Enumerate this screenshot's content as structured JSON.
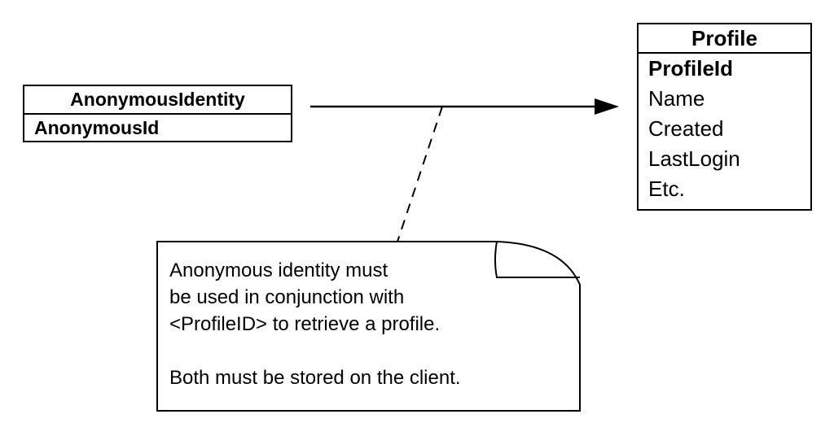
{
  "classes": {
    "anonymous_identity": {
      "name": "AnonymousIdentity",
      "attributes": [
        "AnonymousId"
      ]
    },
    "profile": {
      "name": "Profile",
      "attributes": [
        "ProfileId",
        "Name",
        "Created",
        "LastLogin",
        "Etc."
      ]
    }
  },
  "note": {
    "lines": [
      "Anonymous identity must",
      "be used in conjunction with",
      "<ProfileID> to retrieve a profile.",
      "",
      "Both must be stored on the client."
    ]
  },
  "colors": {
    "stroke": "#000000",
    "background": "#ffffff"
  }
}
